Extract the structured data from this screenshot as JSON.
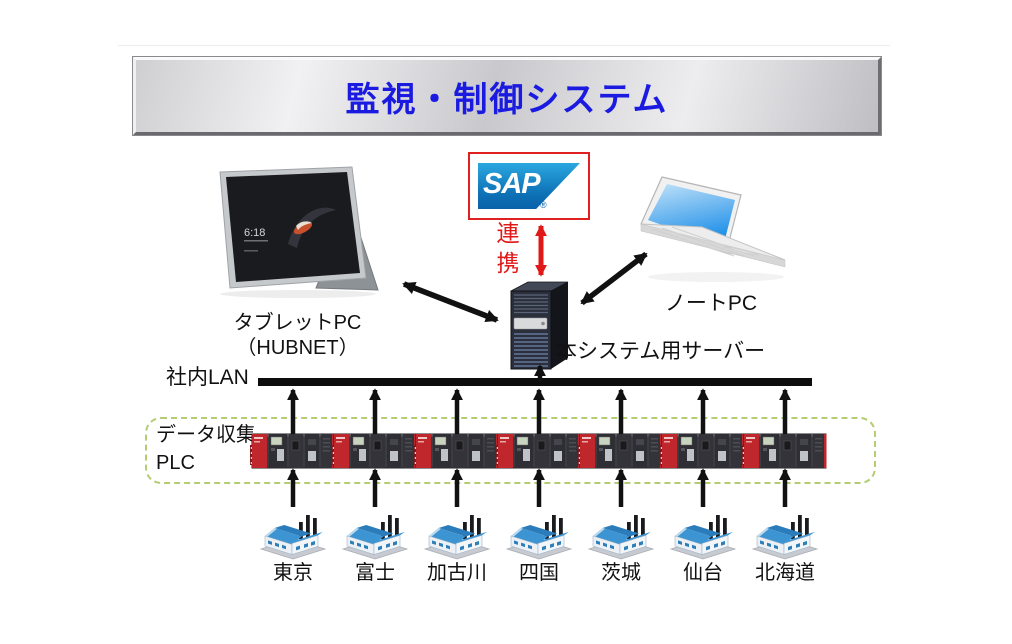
{
  "banner": {
    "title": "監視・制御システム",
    "title_color": "#1a1ae0"
  },
  "sap": {
    "logo_text": "SAP",
    "reg_mark": "®",
    "brand_blue": "#0a62aa",
    "box_border_red": "#e02020"
  },
  "link": {
    "label": "連携",
    "color": "#e01818"
  },
  "devices": {
    "tablet": {
      "label_line1": "タブレットPC",
      "label_line2": "（HUBNET）",
      "screen_time": "6:18"
    },
    "laptop": {
      "label": "ノートPC"
    },
    "server": {
      "label": "本システム用サーバー"
    }
  },
  "network": {
    "lan_label": "社内LAN",
    "lan_color": "#0d0d0d",
    "plc_zone_label_line1": "データ収集",
    "plc_zone_label_line2": "PLC",
    "dashed_border_color": "#b4cc72"
  },
  "sites": [
    {
      "label": "東京"
    },
    {
      "label": "富士"
    },
    {
      "label": "加古川"
    },
    {
      "label": "四国"
    },
    {
      "label": "茨城"
    },
    {
      "label": "仙台"
    },
    {
      "label": "北海道"
    }
  ],
  "icons": {
    "tablet": "tablet-pc-photo",
    "laptop": "notebook-pc-clipart",
    "server": "tower-server",
    "plc": "plc-controller-unit",
    "factory": "isometric-factory-building",
    "double_arrow": "double-headed-arrow",
    "up_arrow": "up-arrow"
  }
}
